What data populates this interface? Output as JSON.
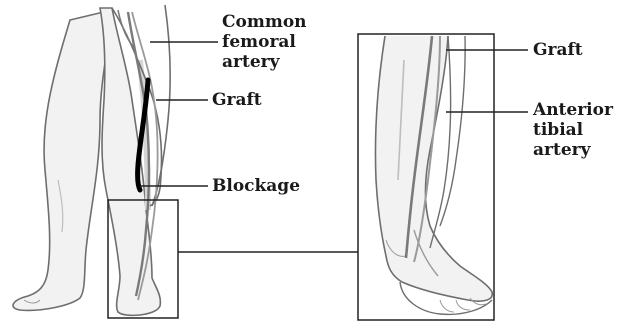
{
  "labels": {
    "common_femoral_artery": [
      "Common",
      "femoral",
      "artery"
    ],
    "graft_left": "Graft",
    "blockage": "Blockage",
    "graft_right": "Graft",
    "anterior_tibial_artery": [
      "Anterior",
      "tibial",
      "artery"
    ]
  },
  "colors": {
    "background": "#ffffff",
    "outline": "#6e6e6e",
    "skin": "#f2f2f2",
    "shadow": "#d6d6d6",
    "vessel": "#7a7a7a",
    "blockage": "#000000",
    "leader": "#222222",
    "text": "#1a1a1a"
  }
}
